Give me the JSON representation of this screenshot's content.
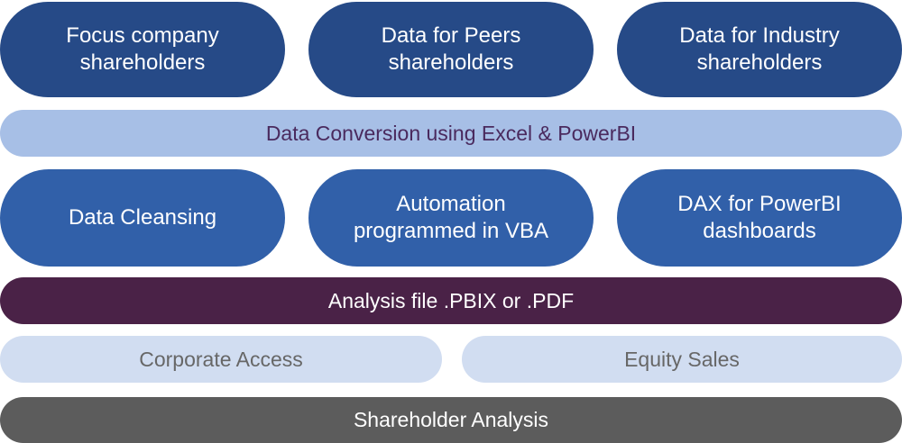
{
  "sources": [
    {
      "label": "Focus company\nshareholders"
    },
    {
      "label": "Data for Peers\nshareholders"
    },
    {
      "label": "Data for Industry\nshareholders"
    }
  ],
  "conversion": {
    "label": "Data Conversion using Excel & PowerBI"
  },
  "processes": [
    {
      "label": "Data Cleansing"
    },
    {
      "label": "Automation\nprogrammed in VBA"
    },
    {
      "label": "DAX for PowerBI\ndashboards"
    }
  ],
  "output": {
    "label": "Analysis file .PBIX or .PDF"
  },
  "audiences": [
    {
      "label": "Corporate Access"
    },
    {
      "label": "Equity Sales"
    }
  ],
  "base": {
    "label": "Shareholder Analysis"
  },
  "colors": {
    "sources_fill": "#264a87",
    "conversion_fill": "#a7bfe6",
    "conversion_text": "#4a2a5e",
    "processes_fill": "#3160a9",
    "output_fill": "#4a2247",
    "audiences_fill": "#d1ddf1",
    "audiences_text": "#676767",
    "base_fill": "#5c5c5c"
  }
}
